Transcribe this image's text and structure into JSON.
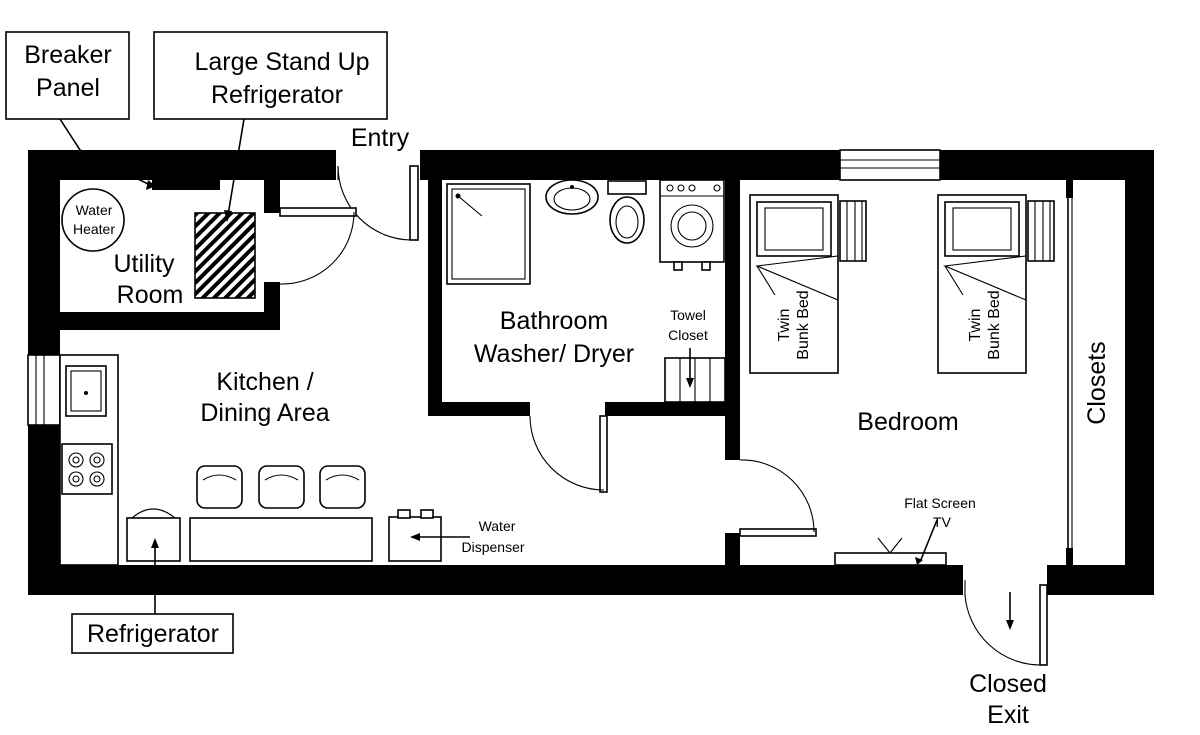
{
  "callouts": {
    "breaker_panel": [
      "Breaker",
      "Panel"
    ],
    "stand_up_fridge": [
      "Large Stand Up",
      "Refrigerator"
    ],
    "refrigerator": "Refrigerator"
  },
  "labels": {
    "entry": "Entry",
    "water_heater": [
      "Water",
      "Heater"
    ],
    "utility_room": [
      "Utility",
      "Room"
    ],
    "kitchen": [
      "Kitchen /",
      "Dining Area"
    ],
    "bathroom": [
      "Bathroom",
      "Washer/ Dryer"
    ],
    "towel_closet": [
      "Towel",
      "Closet"
    ],
    "bunk_bed_1": [
      "Twin",
      "Bunk Bed"
    ],
    "bunk_bed_2": [
      "Twin",
      "Bunk Bed"
    ],
    "bedroom": "Bedroom",
    "closets": "Closets",
    "flat_screen": [
      "Flat Screen",
      "TV"
    ],
    "water_dispenser": [
      "Water",
      "Dispenser"
    ],
    "closed_exit": [
      "Closed",
      "Exit"
    ]
  }
}
